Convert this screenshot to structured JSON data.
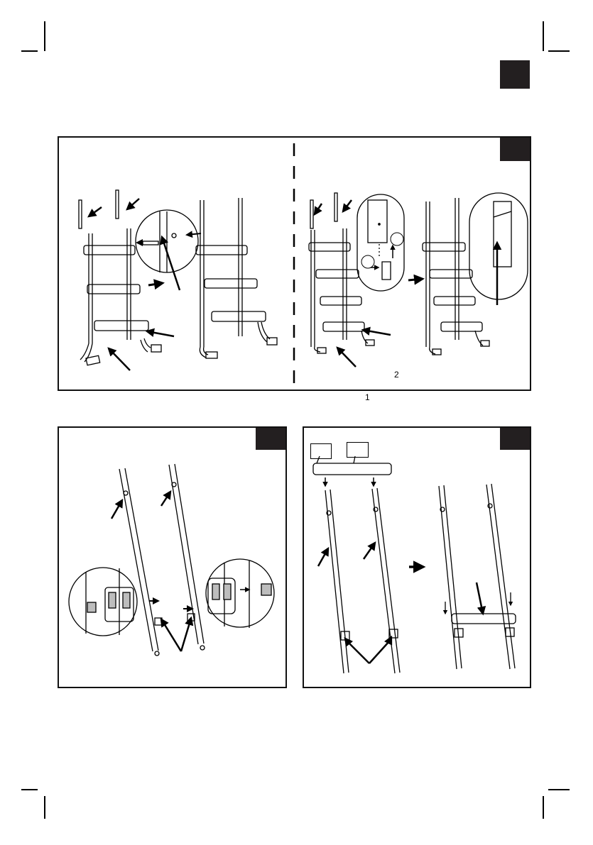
{
  "page": {
    "section_tab_label": "",
    "colors": {
      "ink": "#000000",
      "tab": "#231f20",
      "paper": "#ffffff",
      "shade": "#bdbdbd"
    }
  },
  "panels": [
    {
      "id": "panel-a",
      "tab_label": "",
      "figures": [
        "ladder-with-upper-tubes",
        "bolt-detail-zoom",
        "assembled-ladder"
      ]
    },
    {
      "id": "panel-b",
      "tab_label": "",
      "figures": [
        "ladder-with-push-buttons",
        "push-button-detail-zoom",
        "assembled-ladder"
      ]
    },
    {
      "id": "panel-c",
      "tab_label": "",
      "figures": [
        "two-rails-with-clips",
        "clip-detail-left",
        "clip-detail-right"
      ]
    },
    {
      "id": "panel-d",
      "tab_label": "",
      "figures": [
        "step-over-rails",
        "rails-with-clips",
        "rails-with-step"
      ]
    }
  ],
  "step_markers": {
    "first": "1",
    "second": "2"
  },
  "part_callout_boxes": [
    "",
    ""
  ]
}
